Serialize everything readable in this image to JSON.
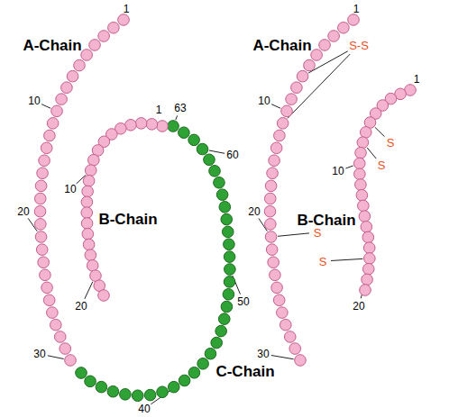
{
  "diagram": {
    "labels": [
      "A-Chain",
      "1",
      "10",
      "20",
      "30",
      "1",
      "10",
      "B-Chain",
      "20",
      "63",
      "60",
      "50",
      "C-Chain",
      "40",
      "A-Chain",
      "1",
      "10",
      "1",
      "S-S",
      "10",
      "S",
      "S",
      "B-Chain",
      "20",
      "S",
      "S",
      "20",
      "30"
    ]
  }
}
